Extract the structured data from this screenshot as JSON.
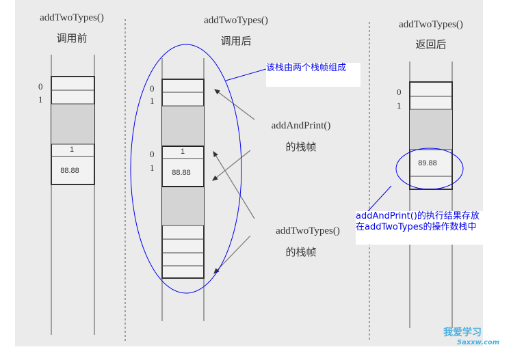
{
  "panels": [
    {
      "title": "addTwoTypes()",
      "subtitle": "调用前"
    },
    {
      "title": "addTwoTypes()",
      "subtitle": "调用后"
    },
    {
      "title": "addTwoTypes()",
      "subtitle": "返回后"
    }
  ],
  "index_labels": {
    "zero": "0",
    "one": "1"
  },
  "cells": {
    "one": "1",
    "before_value": "88.88",
    "after_value": "88.88",
    "result_value": "89.88"
  },
  "frame_labels": {
    "add_and_print": {
      "line1": "addAndPrint()",
      "line2": "的栈帧"
    },
    "add_two_types": {
      "line1": "addTwoTypes()",
      "line2": "的栈帧"
    }
  },
  "notes": {
    "stack_two_frames": "该栈由两个栈帧组成",
    "result_line1": "addAndPrint()的执行结果存放",
    "result_line2": "在addTwoTypes的操作数栈中"
  },
  "watermark": {
    "text": "我爱学习",
    "site": "5axxw.com"
  },
  "colors": {
    "annotation": "#0000ee",
    "shade": "#d4d4d4"
  }
}
